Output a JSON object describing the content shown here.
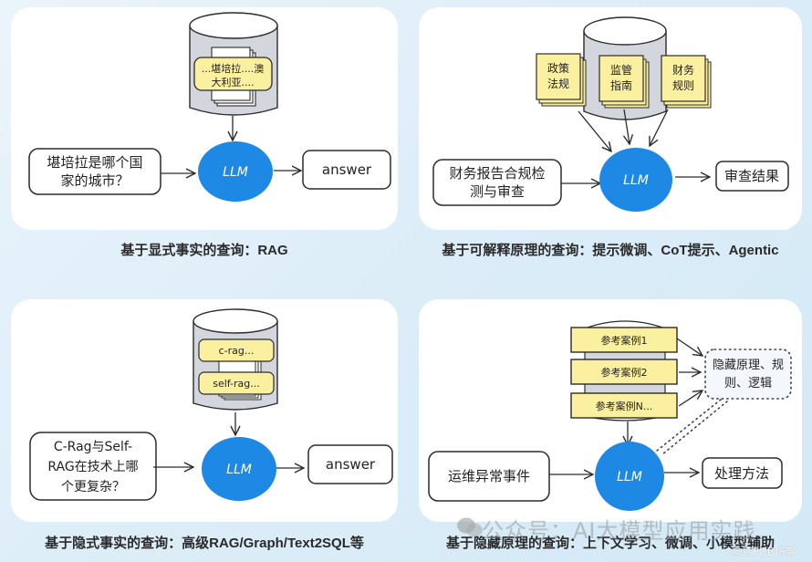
{
  "colors": {
    "llm_fill": "#1e88e5",
    "llm_text": "#ffffff",
    "note_yellow": "#fbf0a0",
    "cylinder_gray": "#d3d6dc",
    "stroke": "#2b2b2b",
    "background": "#dcedf8"
  },
  "panels": [
    {
      "id": "explicit-facts",
      "caption": "基于显式事实的查询：RAG",
      "query_lines": [
        "堪培拉是哪个国",
        "家的城市？"
      ],
      "retrieved_note_lines": [
        "...堪培拉....澳",
        "大利亚...."
      ],
      "llm_label": "LLM",
      "output": "answer"
    },
    {
      "id": "interpretable-rationale",
      "caption": "基于可解释原理的查询：提示微调、CoT提示、Agentic",
      "query_lines": [
        "财务报告合规检",
        "测与审查"
      ],
      "documents": [
        {
          "lines": [
            "政策",
            "法规"
          ]
        },
        {
          "lines": [
            "监管",
            "指南"
          ]
        },
        {
          "lines": [
            "财务",
            "规则"
          ]
        }
      ],
      "llm_label": "LLM",
      "output": "审查结果"
    },
    {
      "id": "implicit-facts",
      "caption": "基于隐式事实的查询：高级RAG/Graph/Text2SQL等",
      "query_lines": [
        "C-Rag与Self-",
        "RAG在技术上哪",
        "个更复杂？"
      ],
      "retrieved_notes": [
        "c-rag...",
        "self-rag..."
      ],
      "llm_label": "LLM",
      "output": "answer"
    },
    {
      "id": "hidden-rationale",
      "caption": "基于隐藏原理的查询：上下文学习、微调、小模型辅助",
      "query_lines": [
        "运维异常事件"
      ],
      "cases": [
        "参考案例1",
        "参考案例2",
        "参考案例N..."
      ],
      "hidden_rationale_lines": [
        "隐藏原理、规",
        "则、逻辑"
      ],
      "llm_label": "LLM",
      "output": "处理方法"
    }
  ],
  "watermark": {
    "main": "公众号：AI大模型应用实践",
    "secondary": "@ITPUB博客"
  }
}
